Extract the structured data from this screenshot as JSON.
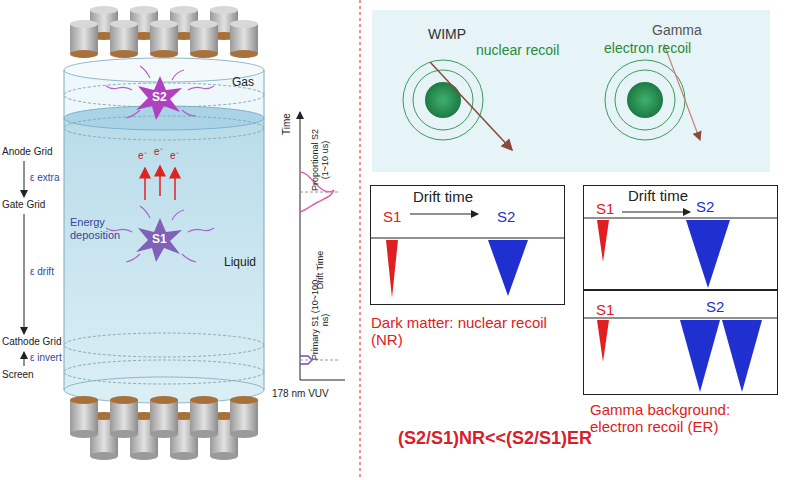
{
  "diagram": {
    "nodes": [
      {
        "text": [
          "WIMP",
          "nuclear recoil",
          "Gamma",
          "electron recoil"
        ]
      },
      {
        "text": [
          "Drift time",
          "S1",
          "S2",
          "Dark matter: nuclear recoil (NR)"
        ]
      },
      {
        "text": [
          "Drift time",
          "S1",
          "S2"
        ]
      },
      {
        "text": [
          "S1",
          "S2",
          "Gamma background: electron recoil (ER)"
        ]
      }
    ],
    "labels": [
      "Anode Grid",
      "ε extra",
      "Gate Grid",
      "ε drift",
      "Cathode Grid",
      "ε invert",
      "Screen",
      "Gas",
      "S2",
      "e⁻",
      "e⁻",
      "e⁻",
      "Energy deposition",
      "S1",
      "Liquid",
      "Time",
      "Proportional S2 (1~10 us)",
      "Drift Time",
      "Primary S1 (10~100 ns)",
      "178 nm VUV",
      "(S2/S1)NR<<(S2/S1)ER"
    ]
  }
}
